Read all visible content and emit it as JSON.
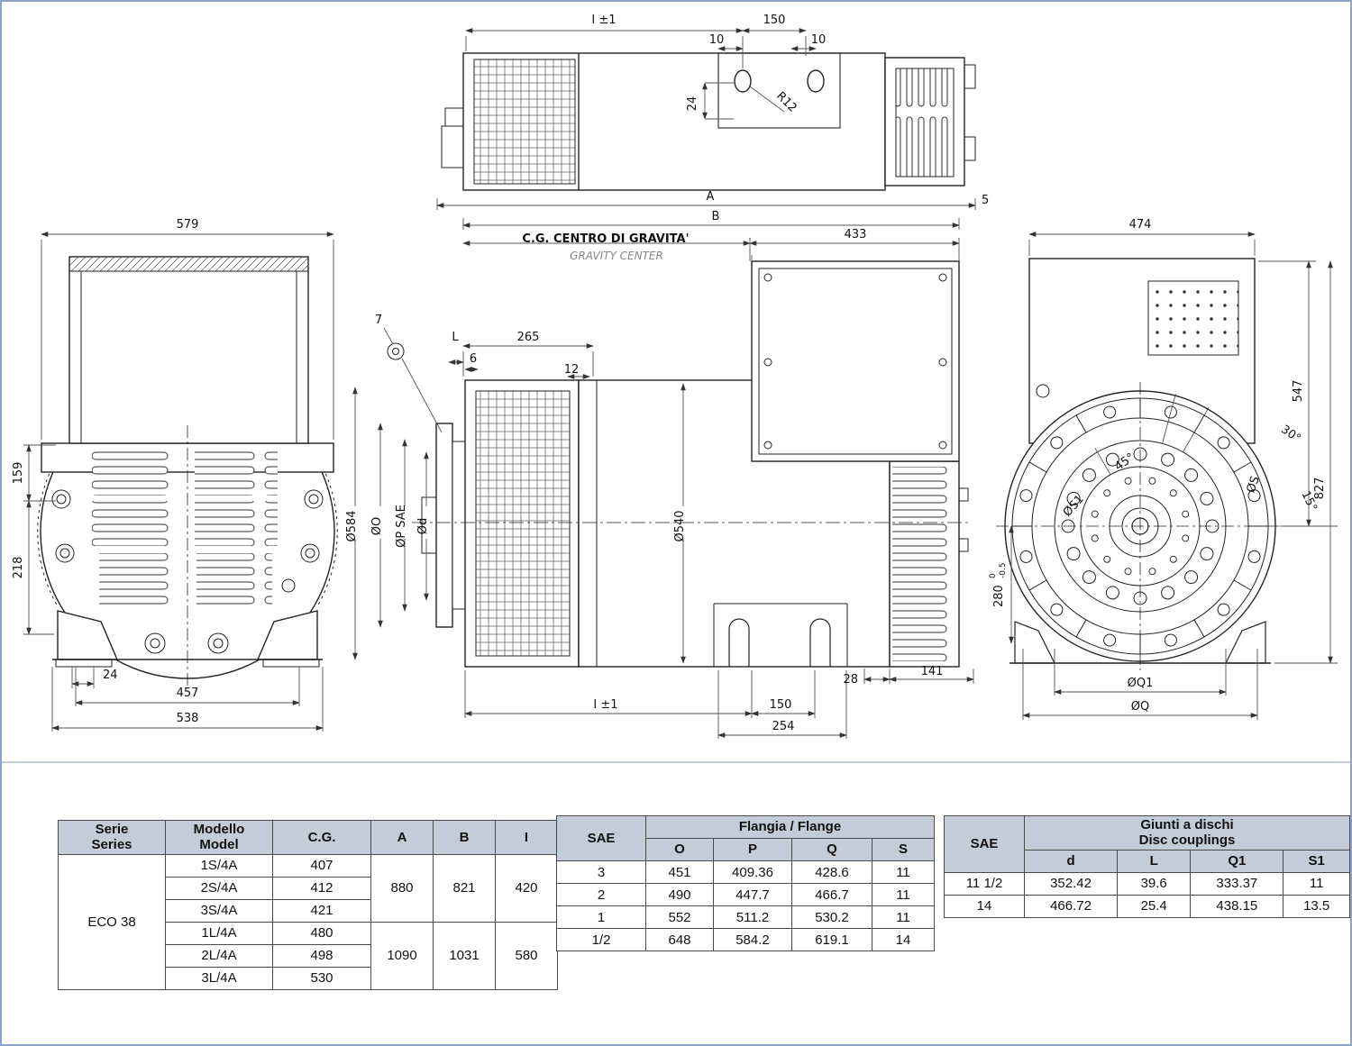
{
  "drawing": {
    "top": {
      "i1": "I ±1",
      "n150": "150",
      "n10a": "10",
      "n10b": "10",
      "n24": "24",
      "r12": "R12",
      "A": "A",
      "n5": "5",
      "B": "B"
    },
    "front": {
      "n579": "579",
      "n159": "159",
      "n218": "218",
      "n24": "24",
      "n457": "457",
      "n538": "538"
    },
    "side": {
      "cg1": "C.G.  CENTRO DI GRAVITA'",
      "cg2": "GRAVITY CENTER",
      "n433": "433",
      "n7": "7",
      "L": "L",
      "n6": "6",
      "n265": "265",
      "n12": "12",
      "d584": "Ø584",
      "dO": "ØO",
      "dP": "ØP SAE",
      "dd": "Ød",
      "d540": "Ø540",
      "n28": "28",
      "n141": "141",
      "i1": "I ±1",
      "n150": "150",
      "n254": "254"
    },
    "rear": {
      "n474": "474",
      "n547": "547",
      "n827": "827",
      "a30": "30°",
      "a45": "45°",
      "a15": "15°",
      "dS1": "ØS1",
      "dS": "ØS",
      "n280": "280",
      "tol_hi": "0",
      "tol_lo": "-0.5",
      "dQ1": "ØQ1",
      "dQ": "ØQ"
    }
  },
  "tables": {
    "models": {
      "h_serie": "Serie",
      "h_series": "Series",
      "h_modello": "Modello",
      "h_model": "Model",
      "h_cg": "C.G.",
      "h_a": "A",
      "h_b": "B",
      "h_i": "I",
      "series_name": "ECO 38",
      "rows": [
        {
          "model": "1S/4A",
          "cg": "407"
        },
        {
          "model": "2S/4A",
          "cg": "412"
        },
        {
          "model": "3S/4A",
          "cg": "421"
        },
        {
          "model": "1L/4A",
          "cg": "480"
        },
        {
          "model": "2L/4A",
          "cg": "498"
        },
        {
          "model": "3L/4A",
          "cg": "530"
        }
      ],
      "group_s": {
        "a": "880",
        "b": "821",
        "i": "420"
      },
      "group_l": {
        "a": "1090",
        "b": "1031",
        "i": "580"
      }
    },
    "flange": {
      "h_sae": "SAE",
      "title": "Flangia / Flange",
      "h_o": "O",
      "h_p": "P",
      "h_q": "Q",
      "h_s": "S",
      "rows": [
        {
          "sae": "3",
          "o": "451",
          "p": "409.36",
          "q": "428.6",
          "s": "11"
        },
        {
          "sae": "2",
          "o": "490",
          "p": "447.7",
          "q": "466.7",
          "s": "11"
        },
        {
          "sae": "1",
          "o": "552",
          "p": "511.2",
          "q": "530.2",
          "s": "11"
        },
        {
          "sae": "1/2",
          "o": "648",
          "p": "584.2",
          "q": "619.1",
          "s": "14"
        }
      ]
    },
    "couplings": {
      "h_sae": "SAE",
      "title_it": "Giunti a dischi",
      "title_en": "Disc couplings",
      "h_d": "d",
      "h_l": "L",
      "h_q1": "Q1",
      "h_s1": "S1",
      "rows": [
        {
          "sae": "11 1/2",
          "d": "352.42",
          "l": "39.6",
          "q1": "333.37",
          "s1": "11"
        },
        {
          "sae": "14",
          "d": "466.72",
          "l": "25.4",
          "q1": "438.15",
          "s1": "13.5"
        }
      ]
    }
  }
}
